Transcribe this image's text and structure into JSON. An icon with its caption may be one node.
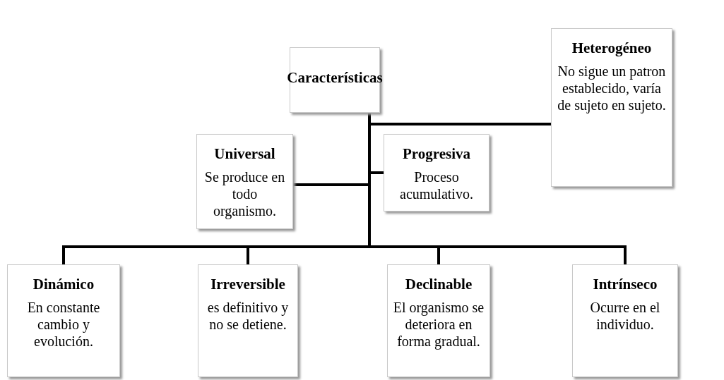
{
  "diagram": {
    "nodes": [
      {
        "text": [
          "Características"
        ]
      },
      {
        "text": [
          "Heterogéneo",
          "No sigue un patron establecido, varía de sujeto en sujeto."
        ]
      },
      {
        "text": [
          "Universal",
          "Se produce en todo organismo."
        ]
      },
      {
        "text": [
          "Progresiva",
          "Proceso acumulativo."
        ]
      },
      {
        "text": [
          "Dinámico",
          "En constante cambio y evolución."
        ]
      },
      {
        "text": [
          "Irreversible",
          "es definitivo y no se detiene."
        ]
      },
      {
        "text": [
          "Declinable",
          "El organismo se deteriora en forma gradual."
        ]
      },
      {
        "text": [
          "Intrínseco",
          "Ocurre en el individuo."
        ]
      }
    ],
    "edges": [
      {
        "from": 0,
        "to": 1,
        "arrow": "none"
      },
      {
        "from": 0,
        "to": 2,
        "arrow": "none"
      },
      {
        "from": 0,
        "to": 3,
        "arrow": "none"
      },
      {
        "from": 0,
        "to": 4,
        "arrow": "none"
      },
      {
        "from": 0,
        "to": 5,
        "arrow": "none"
      },
      {
        "from": 0,
        "to": 6,
        "arrow": "none"
      },
      {
        "from": 0,
        "to": 7,
        "arrow": "none"
      }
    ]
  }
}
